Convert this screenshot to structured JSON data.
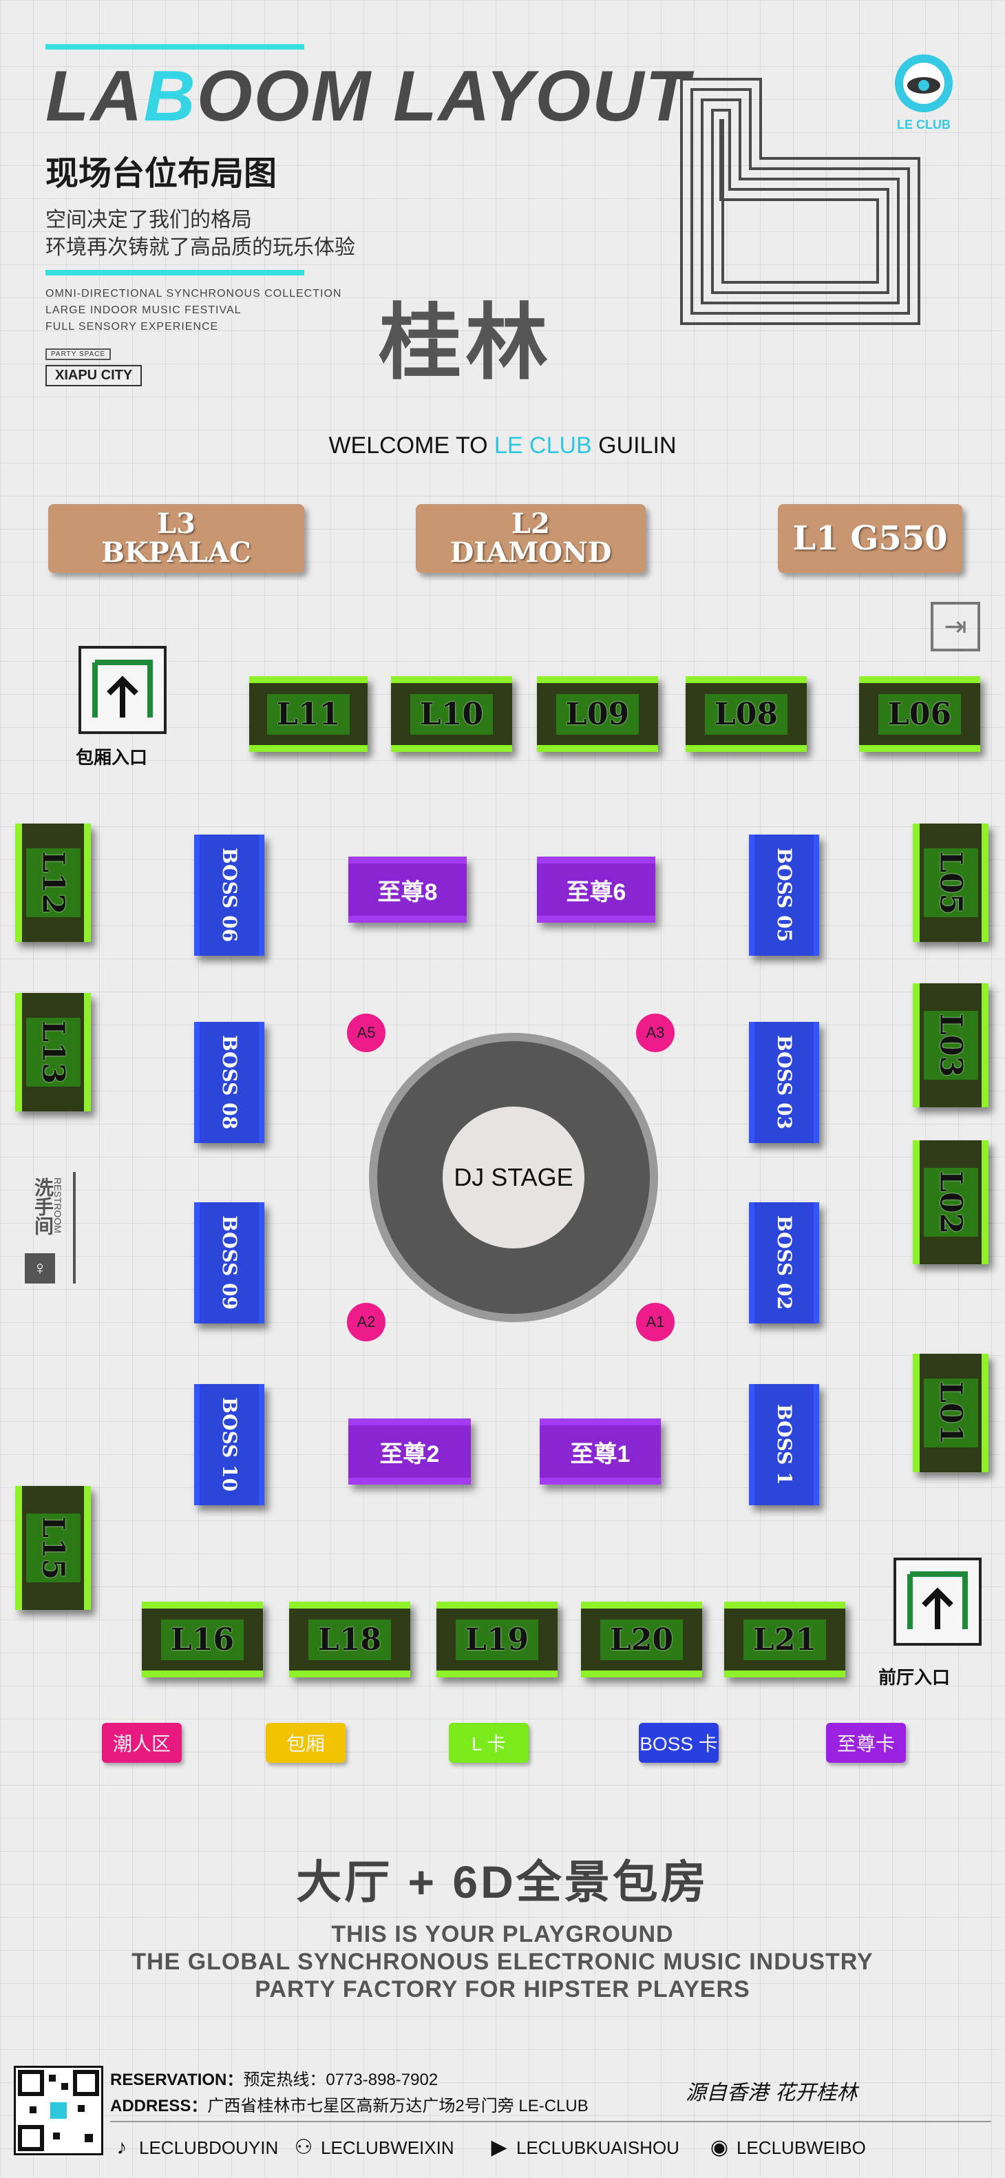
{
  "header": {
    "title_part1": "LA",
    "title_hl": "B",
    "title_part2": "OOM LAYOUT",
    "subtitle": "现场台位布局图",
    "desc_line1": "空间决定了我们的格局",
    "desc_line2": "环境再次铸就了高品质的玩乐体验",
    "en_line1": "OMNI-DIRECTIONAL SYNCHRONOUS COLLECTION",
    "en_line2": "LARGE INDOOR MUSIC FESTIVAL",
    "en_line3": "FULL SENSORY EXPERIENCE",
    "tag_small": "PARTY SPACE",
    "tag_city": "XIAPU CITY",
    "calligraphy": "桂林",
    "logo_text": "LE CLUB"
  },
  "welcome": {
    "pre": "WELCOME TO ",
    "highlight": "LE CLUB",
    "post": " GUILIN"
  },
  "levels": {
    "l3_line1": "L3",
    "l3_line2": "BKPALAC",
    "l2_line1": "L2",
    "l2_line2": "DIAMOND",
    "l1": "L1 G550"
  },
  "tables": {
    "top": [
      "L11",
      "L10",
      "L09",
      "L08",
      "L06"
    ],
    "bottom": [
      "L16",
      "L18",
      "L19",
      "L20",
      "L21"
    ],
    "left": [
      "L12",
      "L13",
      "L15"
    ],
    "right": [
      "L05",
      "L03",
      "L02",
      "L01"
    ],
    "boss_left": [
      "BOSS 06",
      "BOSS 08",
      "BOSS 09",
      "BOSS 10"
    ],
    "boss_right": [
      "BOSS 05",
      "BOSS 03",
      "BOSS 02",
      "BOSS 1"
    ],
    "supreme_top": [
      "至尊8",
      "至尊6"
    ],
    "supreme_bottom": [
      "至尊2",
      "至尊1"
    ],
    "a_spots": [
      "A5",
      "A3",
      "A2",
      "A1"
    ]
  },
  "stage": {
    "label": "DJ STAGE"
  },
  "entrances": {
    "vip": "包厢入口",
    "front": "前厅入口"
  },
  "restroom": {
    "cn": "洗手间",
    "en": "RESTROOM"
  },
  "legend": [
    {
      "label": "潮人区",
      "color": "#e8197f"
    },
    {
      "label": "包厢",
      "color": "#f2c300"
    },
    {
      "label": "L 卡",
      "color": "#7bea1a"
    },
    {
      "label": "BOSS 卡",
      "color": "#2a3fe0"
    },
    {
      "label": "至尊卡",
      "color": "#9a22e0"
    }
  ],
  "promo": {
    "big": "大厅 + 6D全景包房",
    "line1": "THIS IS YOUR PLAYGROUND",
    "line2": "THE GLOBAL SYNCHRONOUS ELECTRONIC MUSIC INDUSTRY",
    "line3": "PARTY FACTORY FOR HIPSTER PLAYERS"
  },
  "footer": {
    "reservation_label": "RESERVATION：",
    "reservation_value": "预定热线：0773-898-7902",
    "address_label": "ADDRESS：",
    "address_value": "广西省桂林市七星区高新万达广场2号门旁 LE-CLUB",
    "slogan": "源自香港  花开桂林",
    "douyin": "LECLUBDOUYIN",
    "weixin": "LECLUBWEIXIN",
    "kuaishou": "LECLUBKUAISHOU",
    "weibo": "LECLUBWEIBO"
  }
}
